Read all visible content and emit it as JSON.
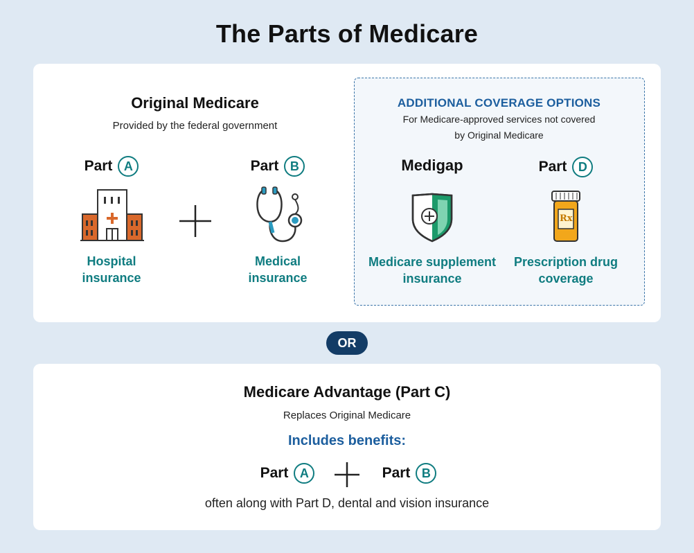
{
  "title": "The Parts of Medicare",
  "original": {
    "title": "Original Medicare",
    "subtitle": "Provided by the federal government",
    "part_word": "Part",
    "part_a": {
      "letter": "A",
      "label_line1": "Hospital",
      "label_line2": "insurance",
      "icon": "hospital-icon"
    },
    "part_b": {
      "letter": "B",
      "label_line1": "Medical",
      "label_line2": "insurance",
      "icon": "stethoscope-icon"
    },
    "plus_icon": "plus-icon"
  },
  "additional": {
    "heading": "ADDITIONAL COVERAGE OPTIONS",
    "desc_line1": "For Medicare-approved services not covered",
    "desc_line2": "by Original Medicare",
    "medigap": {
      "title": "Medigap",
      "label_line1": "Medicare supplement",
      "label_line2": "insurance",
      "icon": "shield-plus-icon"
    },
    "part_d": {
      "letter": "D",
      "label_line1": "Prescription drug",
      "label_line2": "coverage",
      "icon": "pill-bottle-icon",
      "rx_text": "Rx"
    }
  },
  "or_label": "OR",
  "advantage": {
    "title": "Medicare Advantage (Part C)",
    "subtitle": "Replaces Original Medicare",
    "benefits_heading": "Includes benefits:",
    "part_word": "Part",
    "part_a_letter": "A",
    "part_b_letter": "B",
    "footnote": "often along with Part D, dental and vision insurance"
  },
  "colors": {
    "background": "#dfe9f3",
    "teal": "#0f7c80",
    "blue": "#1c5e9e",
    "navy": "#133c66",
    "orange": "#d9682b",
    "green": "#1c9a6a",
    "amber": "#f2a71b"
  }
}
